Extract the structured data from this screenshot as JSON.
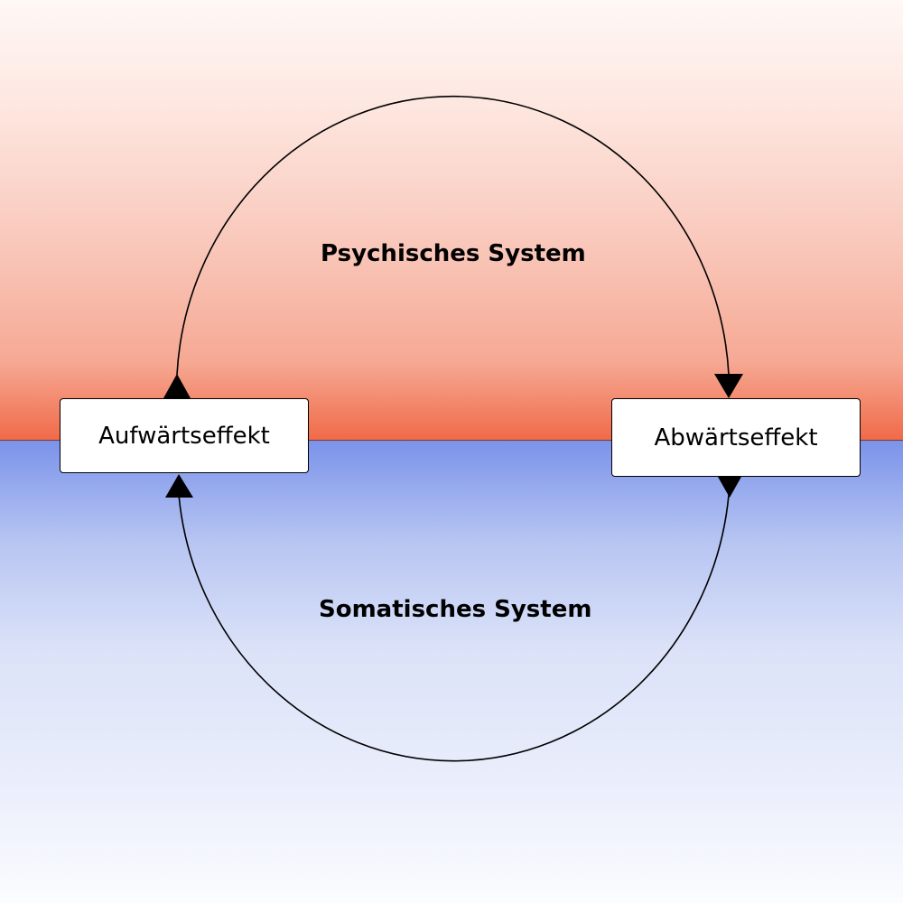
{
  "diagram": {
    "top_region": {
      "label": "Psychisches System",
      "color_top": "#fff8f6",
      "color_bottom": "#f06a48"
    },
    "bottom_region": {
      "label": "Somatisches System",
      "color_top": "#7b93ea",
      "color_bottom": "#fbfcff"
    },
    "nodes": [
      {
        "id": "up",
        "label": "Aufwärtseffekt"
      },
      {
        "id": "down",
        "label": "Abwärtseffekt"
      }
    ],
    "edges": [
      {
        "from": "up",
        "to": "down",
        "via": "top arc (Psychisches System)",
        "direction": "clockwise"
      },
      {
        "from": "down",
        "to": "up",
        "via": "bottom arc (Somatisches System)",
        "direction": "clockwise"
      }
    ]
  }
}
